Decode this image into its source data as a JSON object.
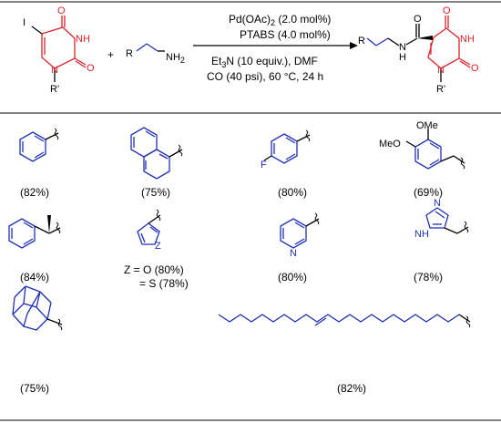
{
  "reagents": {
    "plus": "+",
    "reactant1": {
      "I": "I",
      "O_top": "O",
      "NH": "NH",
      "O_right": "O",
      "N": "N",
      "R1": "R'"
    },
    "reactant2": {
      "R": "R",
      "NH2": "NH",
      "NH2_sub": "2"
    },
    "arrow": {
      "line1": "Pd(OAc)",
      "line1_sub": "2",
      "line1_rest": " (2.0 mol%)",
      "line2": "PTABS (4.0 mol%)",
      "line3_a": "Et",
      "line3_sub": "3",
      "line3_b": "N (10 equiv.), DMF",
      "line4": "CO (40 psi), 60 °C, 24 h"
    },
    "product": {
      "R": "R",
      "O_amide": "O",
      "NH_amide": "H",
      "N_amide": "N",
      "O_top": "O",
      "NH": "NH",
      "O_right": "O",
      "N": "N",
      "R1": "R'"
    }
  },
  "substrates": [
    {
      "id": "phenyl",
      "yield": "(82%)"
    },
    {
      "id": "naphthyl",
      "yield": "(75%)"
    },
    {
      "id": "fluorophenyl",
      "yield": "(80%)",
      "label": "F"
    },
    {
      "id": "dimethoxyphenethyl",
      "yield": "(69%)",
      "ome1": "OMe",
      "ome2": "MeO"
    },
    {
      "id": "methylbenzyl",
      "yield": "(84%)"
    },
    {
      "id": "heteroaryl",
      "yield_line1": "Z = O (80%)",
      "yield_line2": "= S (78%)",
      "label": "Z"
    },
    {
      "id": "pyridyl",
      "yield": "(80%)",
      "label": "N"
    },
    {
      "id": "imidazolyl",
      "yield": "(78%)",
      "label_n": "N",
      "label_nh": "NH"
    },
    {
      "id": "adamantyl",
      "yield": "(75%)"
    },
    {
      "id": "oleyl",
      "yield": "(82%)"
    }
  ],
  "colors": {
    "red": "#d8232a",
    "blue": "#1f2fb3",
    "black": "#000000"
  }
}
